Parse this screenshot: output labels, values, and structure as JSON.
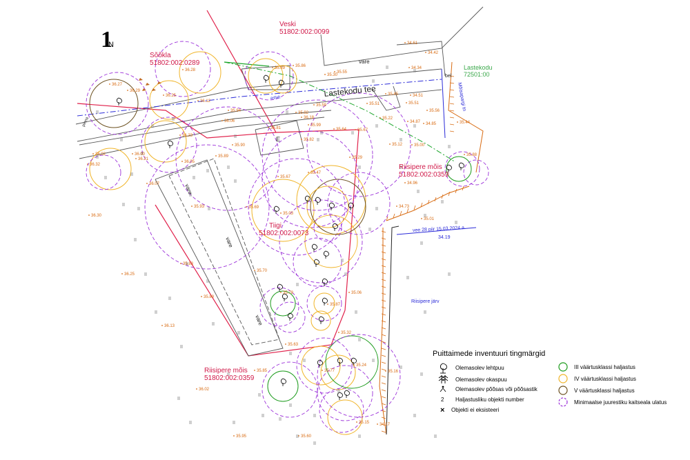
{
  "north": {
    "symbol": "1",
    "letter": "N"
  },
  "parcels": [
    {
      "name": "Veski",
      "code": "51802:002:0099"
    },
    {
      "name": "Sõõkla",
      "code": "51802:002:0289"
    },
    {
      "name": "Tiigi",
      "code": "51802:002:0073"
    },
    {
      "name": "Riisipere mõis",
      "code": "51802:002:0359"
    },
    {
      "name": "Riisipere mõis",
      "code": "51802:002:0359"
    }
  ],
  "neighbor": {
    "name": "Lastekodu",
    "code": "72501:00"
  },
  "roads": {
    "main": "Lastekodu tee",
    "vare_top": "vare",
    "vare_mid": "vare",
    "vare_mid2": "vare",
    "vare_bottom": "vare",
    "vare_hut": "E",
    "side_street": "Mõisapargi tn",
    "pinna": "pinna"
  },
  "water_note": "vee 28 piir 15.03.2024 a.",
  "water_note_elev": "34.19",
  "lake": "Riisipere järv",
  "misc": {
    "asfalt": "asfalt",
    "bel": "bel"
  },
  "elevations": [
    {
      "v": "34.61"
    },
    {
      "v": "34.42"
    },
    {
      "v": "34.34"
    },
    {
      "v": "35.30"
    },
    {
      "v": "35.55"
    },
    {
      "v": "35.86"
    },
    {
      "v": "35.89"
    },
    {
      "v": "36.28"
    },
    {
      "v": "36.12"
    },
    {
      "v": "36.25"
    },
    {
      "v": "36.29"
    },
    {
      "v": "36.27"
    },
    {
      "v": "36.06"
    },
    {
      "v": "35.94"
    },
    {
      "v": "35.92"
    },
    {
      "v": "35.59"
    },
    {
      "v": "35.99"
    },
    {
      "v": "36.18"
    },
    {
      "v": "35.51"
    },
    {
      "v": "35.45"
    },
    {
      "v": "35.51"
    },
    {
      "v": "35.22"
    },
    {
      "v": "34.87"
    },
    {
      "v": "34.85"
    },
    {
      "v": "35.00"
    },
    {
      "v": "35.12"
    },
    {
      "v": "35.67"
    },
    {
      "v": "35.64"
    },
    {
      "v": "35.81"
    },
    {
      "v": "35.82"
    },
    {
      "v": "35.90"
    },
    {
      "v": "36.32"
    },
    {
      "v": "36.23"
    },
    {
      "v": "36.05"
    },
    {
      "v": "36.00"
    },
    {
      "v": "36.21"
    },
    {
      "v": "36.07"
    },
    {
      "v": "36.02"
    },
    {
      "v": "36.30"
    },
    {
      "v": "35.89"
    },
    {
      "v": "35.47"
    },
    {
      "v": "35.67"
    },
    {
      "v": "35.29"
    },
    {
      "v": "35.03"
    },
    {
      "v": "35.69"
    },
    {
      "v": "35.93"
    },
    {
      "v": "35.70"
    },
    {
      "v": "35.83"
    },
    {
      "v": "36.25"
    },
    {
      "v": "35.89"
    },
    {
      "v": "36.13"
    },
    {
      "v": "35.78"
    },
    {
      "v": "35.87"
    },
    {
      "v": "35.06"
    },
    {
      "v": "35.63"
    },
    {
      "v": "35.32"
    },
    {
      "v": "35.85"
    },
    {
      "v": "35.77"
    },
    {
      "v": "35.24"
    },
    {
      "v": "35.15"
    },
    {
      "v": "36.02"
    },
    {
      "v": "35.95"
    },
    {
      "v": "35.60"
    },
    {
      "v": "34.96"
    },
    {
      "v": "34.73"
    },
    {
      "v": "35.01"
    },
    {
      "v": "35.44"
    },
    {
      "v": "35.56"
    },
    {
      "v": "34.17"
    },
    {
      "v": "35.16"
    },
    {
      "v": "34.51"
    },
    {
      "v": "35.88"
    }
  ],
  "legend": {
    "title": "Puittaimede inventuuri tingmärgid",
    "left": [
      {
        "icon": "deciduous-tree-icon",
        "label": "Olemasolev lehtpuu"
      },
      {
        "icon": "conifer-tree-icon",
        "label": "Olemasolev okaspuu"
      },
      {
        "icon": "shrub-icon",
        "label": "Olemasolev põõsas või põõsastik"
      },
      {
        "icon": "number-symbol",
        "symbol": "2",
        "label": "Haljastusliku objekti number"
      },
      {
        "icon": "cross-icon",
        "symbol": "×",
        "label": "Objekti ei eksisteeri"
      }
    ],
    "right": [
      {
        "color": "#1a9a1a",
        "dash": false,
        "label": "III väärtusklassi haljastus"
      },
      {
        "color": "#f0b428",
        "dash": false,
        "label": "IV väärtusklassi haljastus"
      },
      {
        "color": "#6b4f1e",
        "dash": false,
        "label": "V väärtusklassi haljastus"
      },
      {
        "color": "#9b30d9",
        "dash": true,
        "label": "Minimaalse juurestiku kaitseala ulatus"
      }
    ]
  },
  "colors": {
    "parcel": "#e0204a",
    "label_red": "#d01848",
    "elev": "#d86a10",
    "purple": "#9b30d9",
    "green": "#1a9a1a",
    "yellow": "#f0b428",
    "brown": "#6b4f1e",
    "blue": "#2a2ad8",
    "road": "#444444"
  }
}
